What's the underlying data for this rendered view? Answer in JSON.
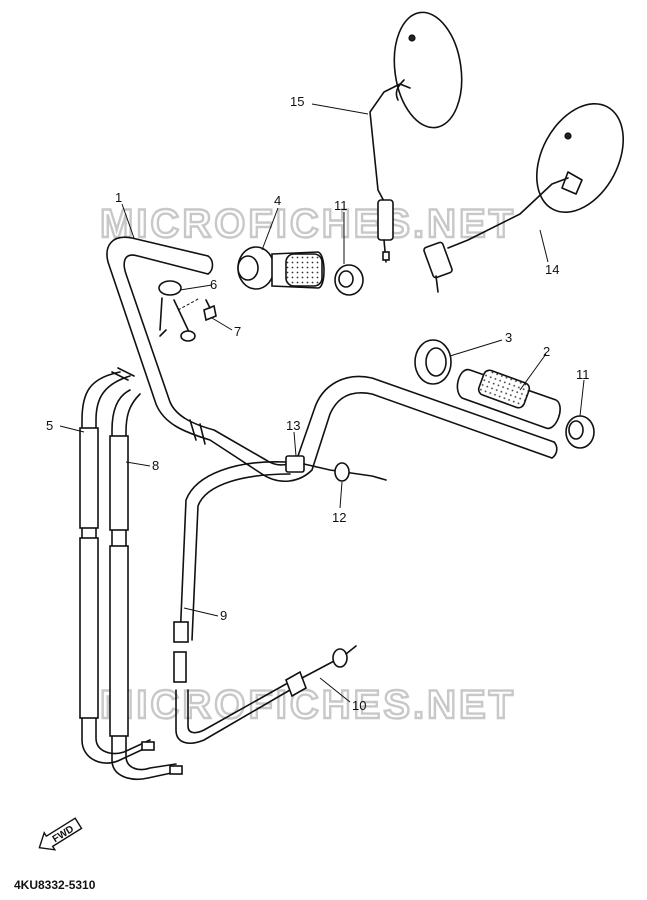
{
  "watermark": "MICROFICHES.NET",
  "reference_code": "4KU8332-5310",
  "fwd_label": "FWD",
  "callouts": [
    {
      "id": "1",
      "label": "1"
    },
    {
      "id": "2",
      "label": "2"
    },
    {
      "id": "3",
      "label": "3"
    },
    {
      "id": "4",
      "label": "4"
    },
    {
      "id": "5",
      "label": "5"
    },
    {
      "id": "6",
      "label": "6"
    },
    {
      "id": "7",
      "label": "7"
    },
    {
      "id": "8",
      "label": "8"
    },
    {
      "id": "9",
      "label": "9"
    },
    {
      "id": "10",
      "label": "10"
    },
    {
      "id": "11a",
      "label": "11"
    },
    {
      "id": "11b",
      "label": "11"
    },
    {
      "id": "12",
      "label": "12"
    },
    {
      "id": "13",
      "label": "13"
    },
    {
      "id": "14",
      "label": "14"
    },
    {
      "id": "15",
      "label": "15"
    }
  ]
}
